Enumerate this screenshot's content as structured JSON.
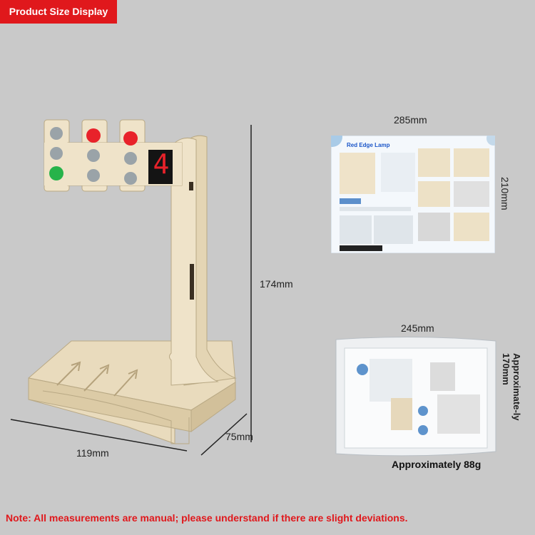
{
  "badge": "Product Size Display",
  "dims": {
    "height": "174mm",
    "width": "119mm",
    "depth": "75mm",
    "card_width": "285mm",
    "card_height": "210mm",
    "bag_width": "245mm",
    "bag_height": "Approximate-ly 170mm"
  },
  "weight": "Approximately 88g",
  "card": {
    "title": "Red Edge Lamp"
  },
  "display_digit": "4",
  "note": "Note: All measurements are manual; please understand if there are slight deviations.",
  "colors": {
    "badge_red": "#e0181c",
    "note_red": "#e0181c",
    "wood": "#efe3c9",
    "light_red": "#e8222a",
    "light_green": "#27b34a",
    "light_off": "#9aa3a8"
  }
}
